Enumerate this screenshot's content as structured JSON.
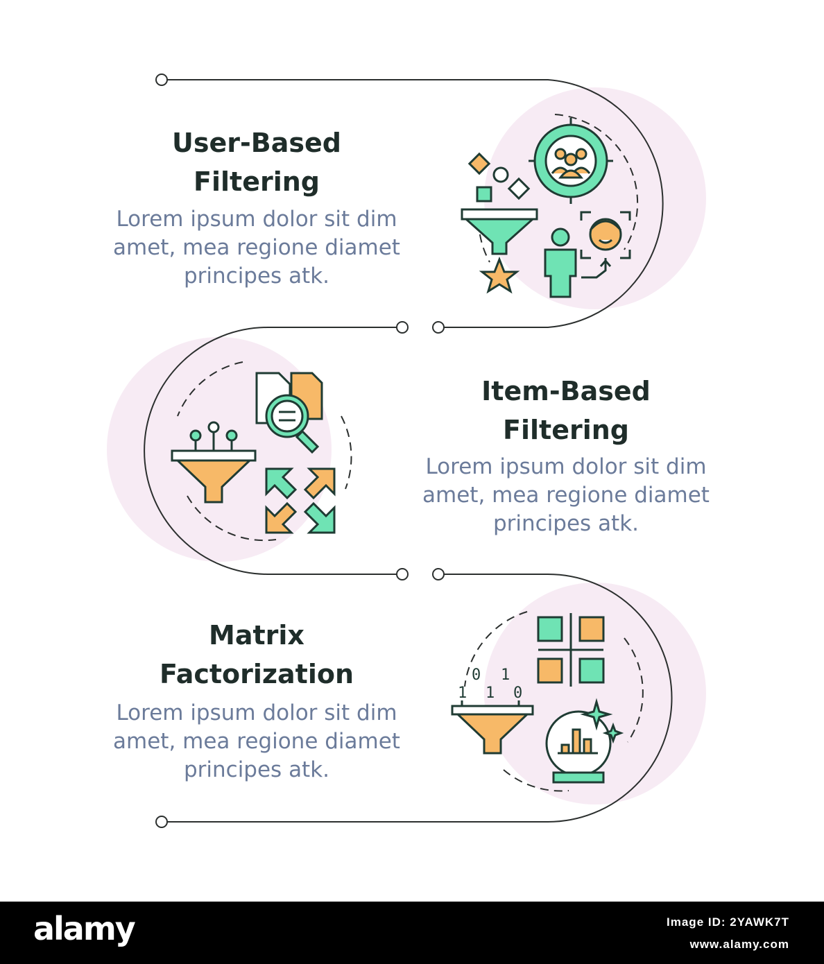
{
  "steps": [
    {
      "title": "User-Based\nFiltering",
      "description": "Lorem ipsum dolor sit dim\namet, mea regione diamet\nprincipes atk."
    },
    {
      "title": "Item-Based\nFiltering",
      "description": "Lorem ipsum dolor sit dim\namet, mea regione diamet\nprincipes atk."
    },
    {
      "title": "Matrix\nFactorization",
      "description": "Lorem ipsum dolor sit dim\namet, mea regione diamet\nprincipes atk."
    }
  ],
  "colors": {
    "line": "#2b2f2e",
    "blob": "#f7ebf4",
    "green": "#6fe3b4",
    "orange": "#f7b968",
    "stroke": "#1f3b33"
  },
  "icons": [
    "target-users-icon",
    "funnel-icon",
    "star-icon",
    "person-icon",
    "face-scan-icon",
    "document-search-icon",
    "funnel-icon",
    "collapse-arrows-icon",
    "matrix-grid-icon",
    "binary-funnel-icon",
    "crystal-ball-chart-icon"
  ],
  "footer": {
    "brand": "alamy",
    "image_id": "Image ID: 2YAWK7T",
    "site": "www.alamy.com"
  }
}
